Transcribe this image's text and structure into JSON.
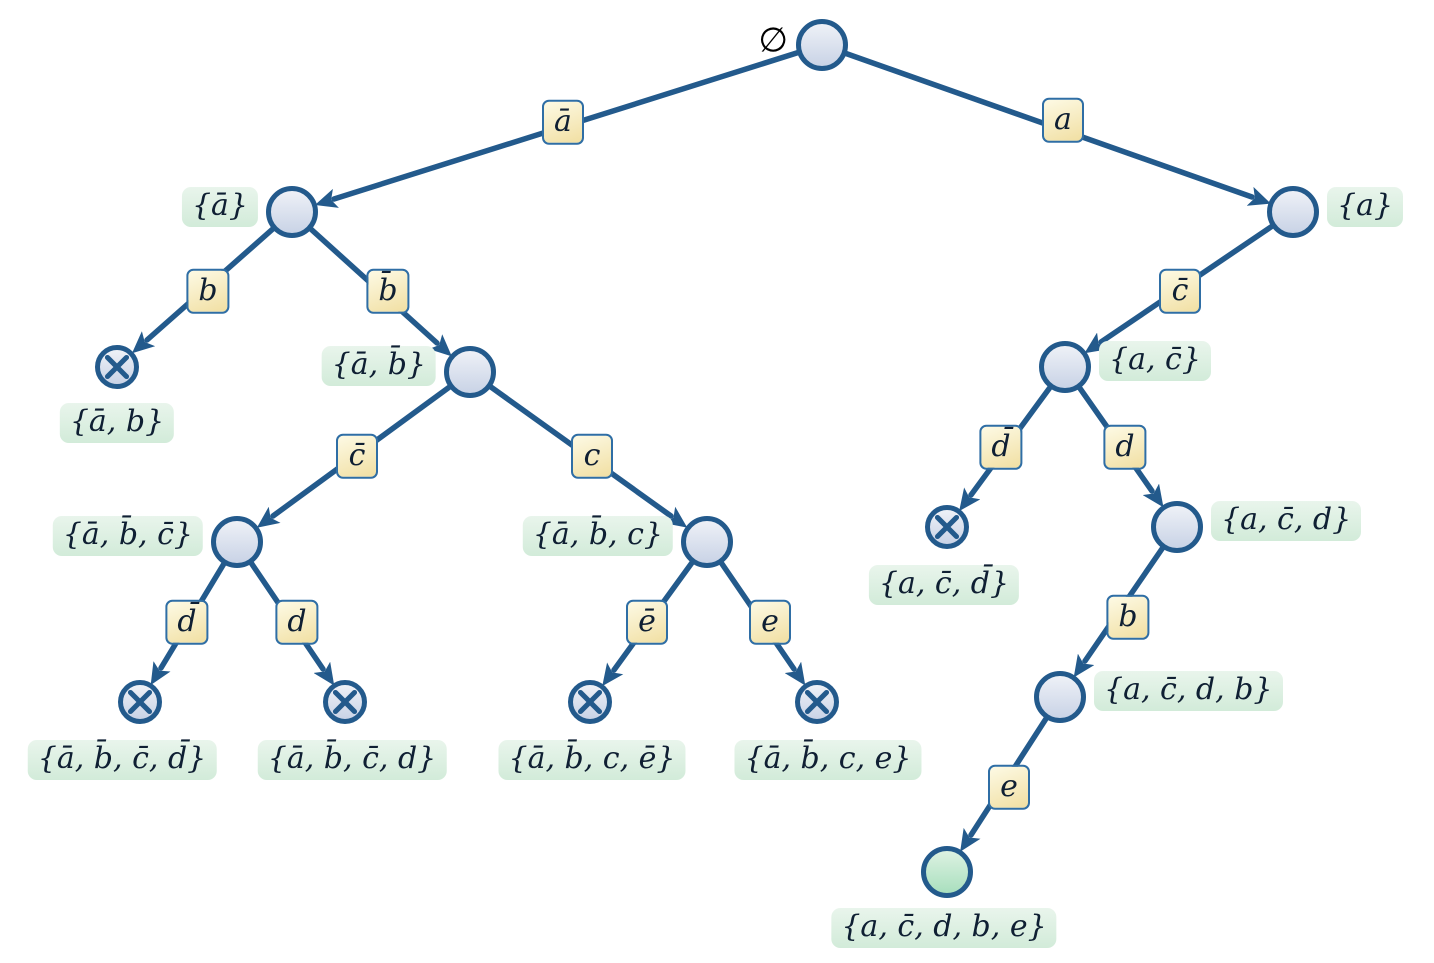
{
  "diagram": {
    "description": "Binary decision search tree over literals a, b, c, d, e with conflict leaves and one solution leaf",
    "colors": {
      "edge": "#235a8c",
      "node_stroke": "#235a8c",
      "node_fill": "#c9d3e6",
      "edge_label_bg": "#f1dfa2",
      "set_label_bg": "#d2ebd9",
      "solution_fill": "#a9dfbe"
    },
    "nodes": [
      {
        "id": "root",
        "kind": "decision",
        "label": "∅"
      },
      {
        "id": "not-a",
        "kind": "decision",
        "label": "{ā}"
      },
      {
        "id": "a",
        "kind": "decision",
        "label": "{a}"
      },
      {
        "id": "not-a-b",
        "kind": "conflict",
        "label": "{ā, b}"
      },
      {
        "id": "not-a-not-b",
        "kind": "decision",
        "label": "{ā, b̄}"
      },
      {
        "id": "not-a-not-b-not-c",
        "kind": "decision",
        "label": "{ā, b̄, c̄}"
      },
      {
        "id": "not-a-not-b-c",
        "kind": "decision",
        "label": "{ā, b̄, c}"
      },
      {
        "id": "not-a-not-b-not-c-not-d",
        "kind": "conflict",
        "label": "{ā, b̄, c̄, d̄}"
      },
      {
        "id": "not-a-not-b-not-c-d",
        "kind": "conflict",
        "label": "{ā, b̄, c̄, d}"
      },
      {
        "id": "not-a-not-b-c-not-e",
        "kind": "conflict",
        "label": "{ā, b̄, c, ē}"
      },
      {
        "id": "not-a-not-b-c-e",
        "kind": "conflict",
        "label": "{ā, b̄, c, e}"
      },
      {
        "id": "a-not-c",
        "kind": "decision",
        "label": "{a, c̄}"
      },
      {
        "id": "a-not-c-not-d",
        "kind": "conflict",
        "label": "{a, c̄, d̄}"
      },
      {
        "id": "a-not-c-d",
        "kind": "decision",
        "label": "{a, c̄, d}"
      },
      {
        "id": "a-not-c-d-b",
        "kind": "decision",
        "label": "{a, c̄, d, b}"
      },
      {
        "id": "a-not-c-d-b-e",
        "kind": "solution",
        "label": "{a, c̄, d, b, e}"
      }
    ],
    "edges": [
      {
        "from": "root",
        "to": "not-a",
        "label": "ā"
      },
      {
        "from": "root",
        "to": "a",
        "label": "a"
      },
      {
        "from": "not-a",
        "to": "not-a-b",
        "label": "b"
      },
      {
        "from": "not-a",
        "to": "not-a-not-b",
        "label": "b̄"
      },
      {
        "from": "not-a-not-b",
        "to": "not-a-not-b-not-c",
        "label": "c̄"
      },
      {
        "from": "not-a-not-b",
        "to": "not-a-not-b-c",
        "label": "c"
      },
      {
        "from": "not-a-not-b-not-c",
        "to": "not-a-not-b-not-c-not-d",
        "label": "d̄"
      },
      {
        "from": "not-a-not-b-not-c",
        "to": "not-a-not-b-not-c-d",
        "label": "d"
      },
      {
        "from": "not-a-not-b-c",
        "to": "not-a-not-b-c-not-e",
        "label": "ē"
      },
      {
        "from": "not-a-not-b-c",
        "to": "not-a-not-b-c-e",
        "label": "e"
      },
      {
        "from": "a",
        "to": "a-not-c",
        "label": "c̄"
      },
      {
        "from": "a-not-c",
        "to": "a-not-c-not-d",
        "label": "d̄"
      },
      {
        "from": "a-not-c",
        "to": "a-not-c-d",
        "label": "d"
      },
      {
        "from": "a-not-c-d",
        "to": "a-not-c-d-b",
        "label": "b"
      },
      {
        "from": "a-not-c-d-b",
        "to": "a-not-c-d-b-e",
        "label": "e"
      }
    ]
  }
}
